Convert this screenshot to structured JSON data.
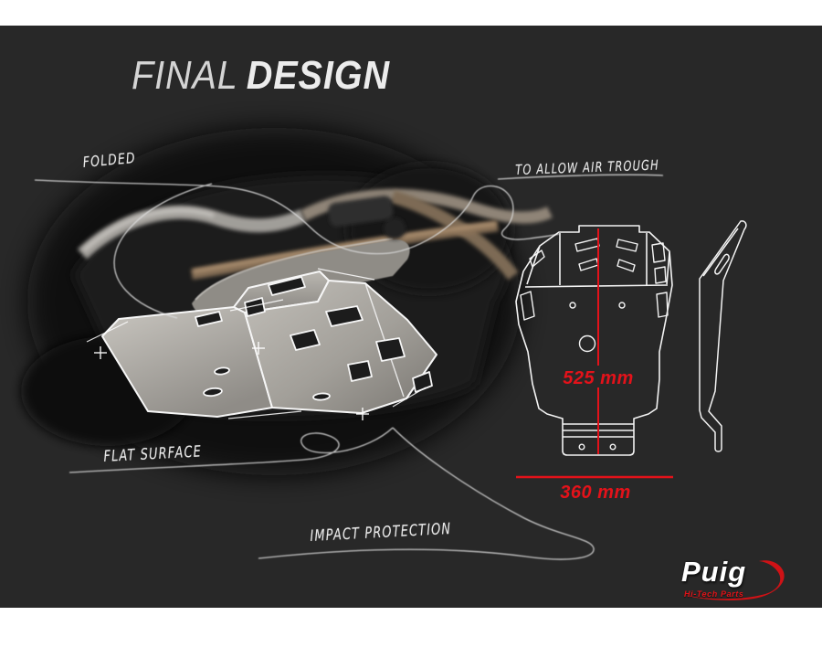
{
  "title": {
    "regular": "FINAL",
    "bold": "DESIGN"
  },
  "annotations": {
    "folded": "FOLDED",
    "air_trough": "TO ALLOW AIR TROUGH",
    "flat_surface": "FLAT SURFACE",
    "impact_protection": "IMPACT PROTECTION"
  },
  "dimensions": {
    "height_label": "525 mm",
    "width_label": "360 mm"
  },
  "logo": {
    "brand": "Puig",
    "tagline": "Hi-Tech Parts"
  },
  "colors": {
    "canvas_background": "#282828",
    "page_background": "#ffffff",
    "dimension_red": "#e3121a",
    "logo_red": "#cf1216",
    "sketch_white": "#f6f6f6",
    "title_text": "#ececec"
  }
}
